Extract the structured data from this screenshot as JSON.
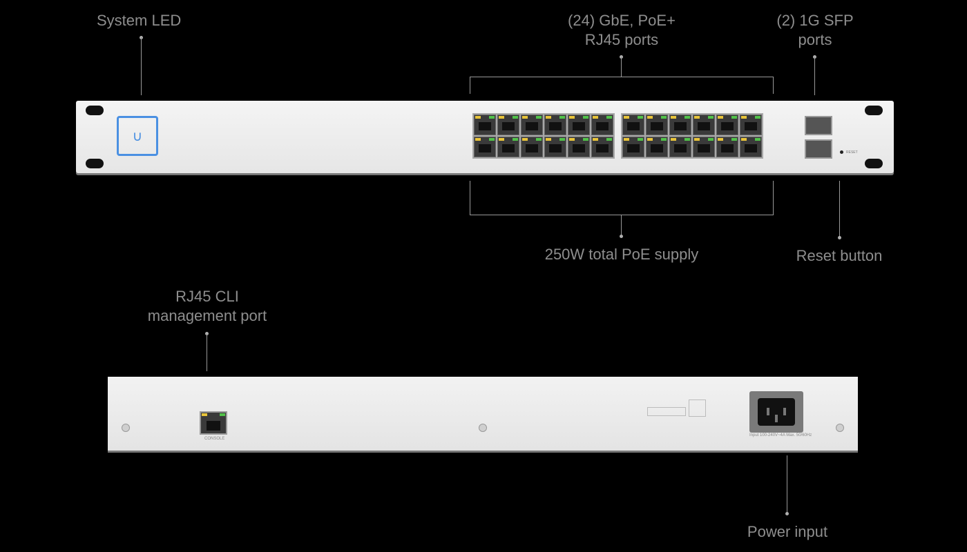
{
  "callouts": {
    "system_led": "System LED",
    "rj45_ports_l1": "(24) GbE, PoE+",
    "rj45_ports_l2": "RJ45 ports",
    "sfp_ports_l1": "(2) 1G SFP",
    "sfp_ports_l2": "ports",
    "poe_supply": "250W total PoE supply",
    "reset_button": "Reset button",
    "cli_port_l1": "RJ45 CLI",
    "cli_port_l2": "management port",
    "power_input": "Power input"
  },
  "back_panel": {
    "console_label": "CONSOLE",
    "reset_label": "RESET",
    "power_spec": "Input 100-240V~4A Max. 50/60Hz"
  }
}
